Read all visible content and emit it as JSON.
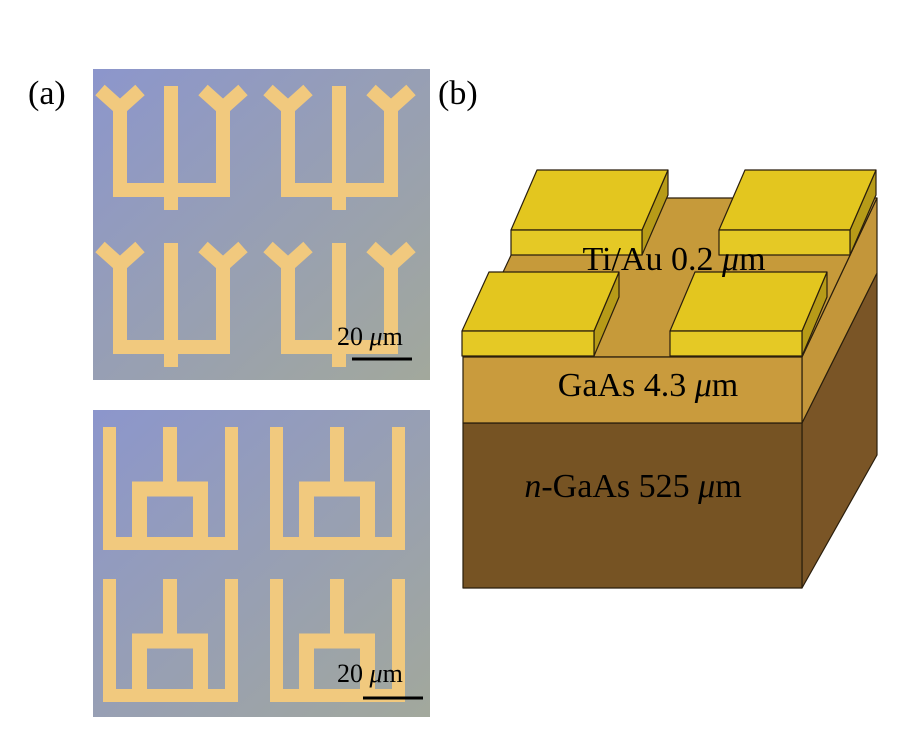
{
  "panels": {
    "a": {
      "label": "(a)",
      "micrographs": [
        {
          "name": "trident-pattern",
          "scale_bar": {
            "number": "20 ",
            "unit": "μ",
            "unit_suffix": "m"
          }
        },
        {
          "name": "ring-pattern",
          "scale_bar": {
            "number": "20 ",
            "unit": "μ",
            "unit_suffix": "m"
          }
        }
      ]
    },
    "b": {
      "label": "(b)",
      "layers": [
        {
          "name": "Ti/Au 0.2 ",
          "mu": "μ",
          "suffix": "m"
        },
        {
          "name": "GaAs 4.3 ",
          "mu": "μ",
          "suffix": "m"
        },
        {
          "prefix": "n",
          "name": "-GaAs 525 ",
          "mu": "μ",
          "suffix": "m"
        }
      ]
    }
  },
  "colors": {
    "metal": "#e3c61f",
    "gaas": "#c79a3b",
    "n_gaas": "#765323",
    "pattern": "#f1c97e"
  }
}
